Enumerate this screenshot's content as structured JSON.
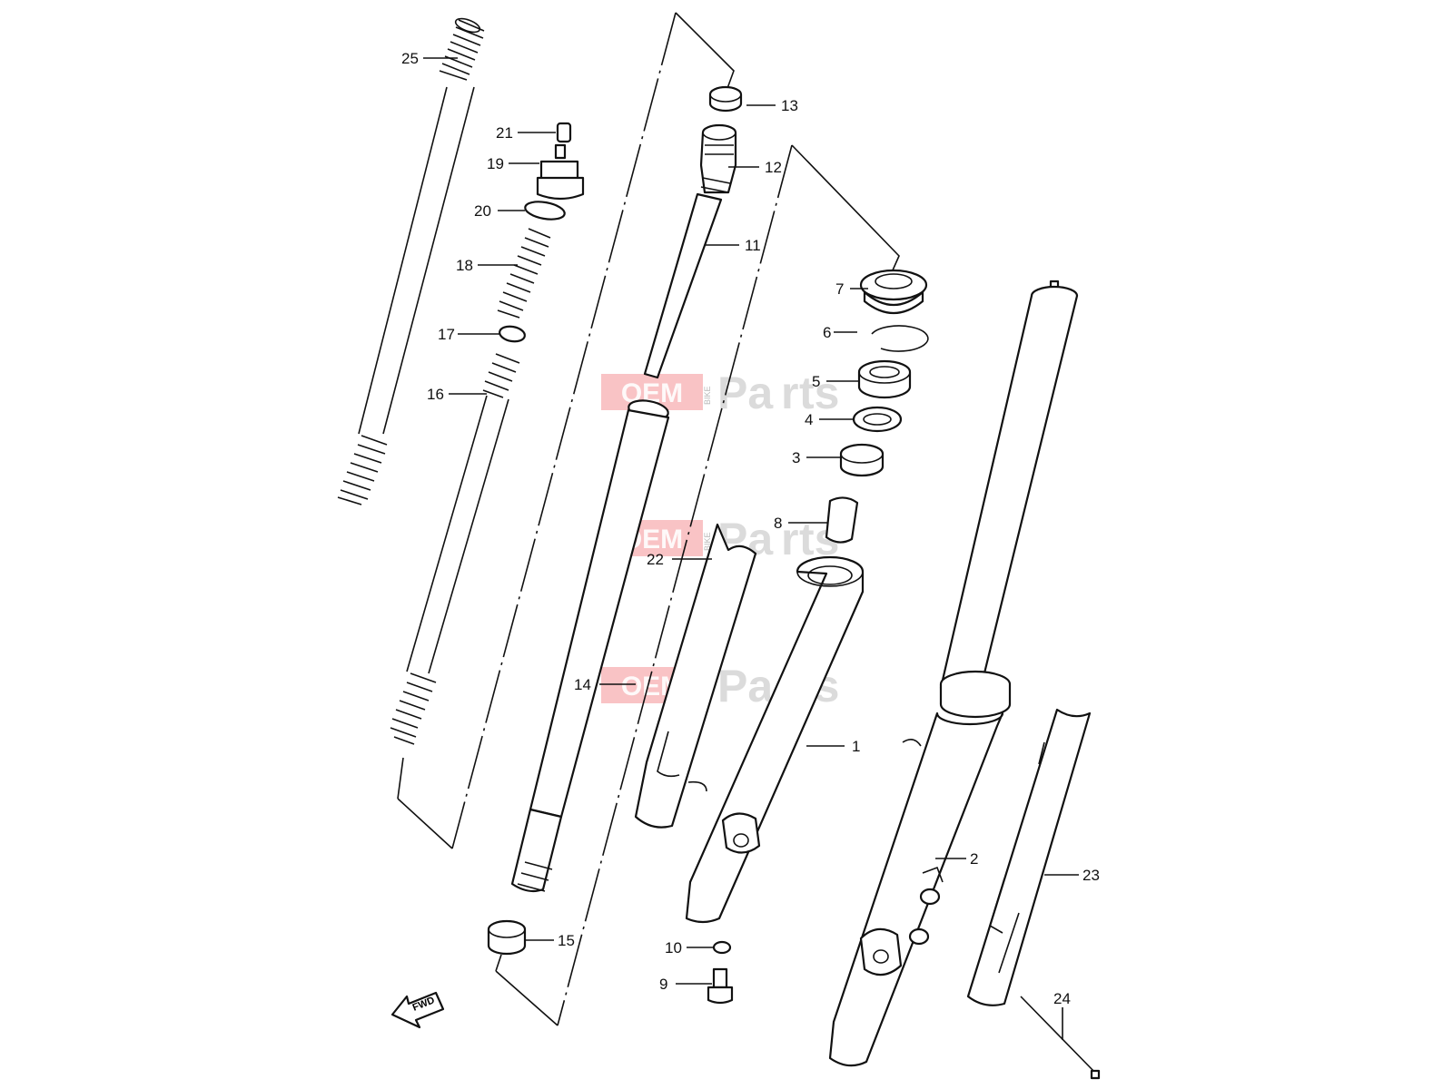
{
  "diagram": {
    "callouts": [
      "1",
      "2",
      "3",
      "4",
      "5",
      "6",
      "7",
      "8",
      "9",
      "10",
      "11",
      "12",
      "13",
      "14",
      "15",
      "16",
      "17",
      "18",
      "19",
      "20",
      "21",
      "22",
      "23",
      "24",
      "25"
    ],
    "fwd_label": "FWD"
  },
  "watermark": {
    "oem": "OEM",
    "bike": "BIKE",
    "parts_pa": "Pa",
    "parts_r": "r",
    "parts_ts": "ts"
  },
  "colors": {
    "line": "#111111",
    "watermark_red": "#e8282e",
    "watermark_gray": "#9a9a9a"
  }
}
